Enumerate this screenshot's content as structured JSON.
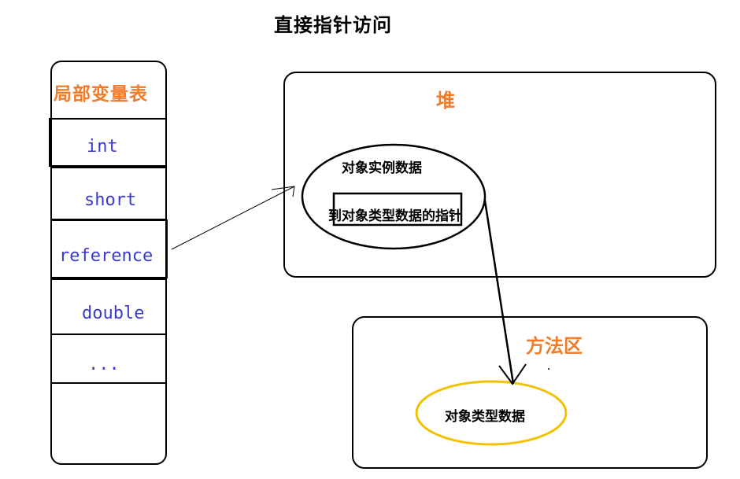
{
  "title": "直接指针访问",
  "stack": {
    "title": "局部变量表",
    "rows": [
      "int",
      "short",
      "reference",
      "double",
      "..."
    ]
  },
  "heap": {
    "label": "堆",
    "instance_label": "对象实例数据",
    "pointer_label": "到对象类型数据的指针"
  },
  "method_area": {
    "label": "方法区",
    "type_data_label": "对象类型数据"
  },
  "colors": {
    "label_orange": "#f07b2a",
    "row_text_blue": "#3a3ad0",
    "ellipse_yellow": "#f2c200"
  }
}
